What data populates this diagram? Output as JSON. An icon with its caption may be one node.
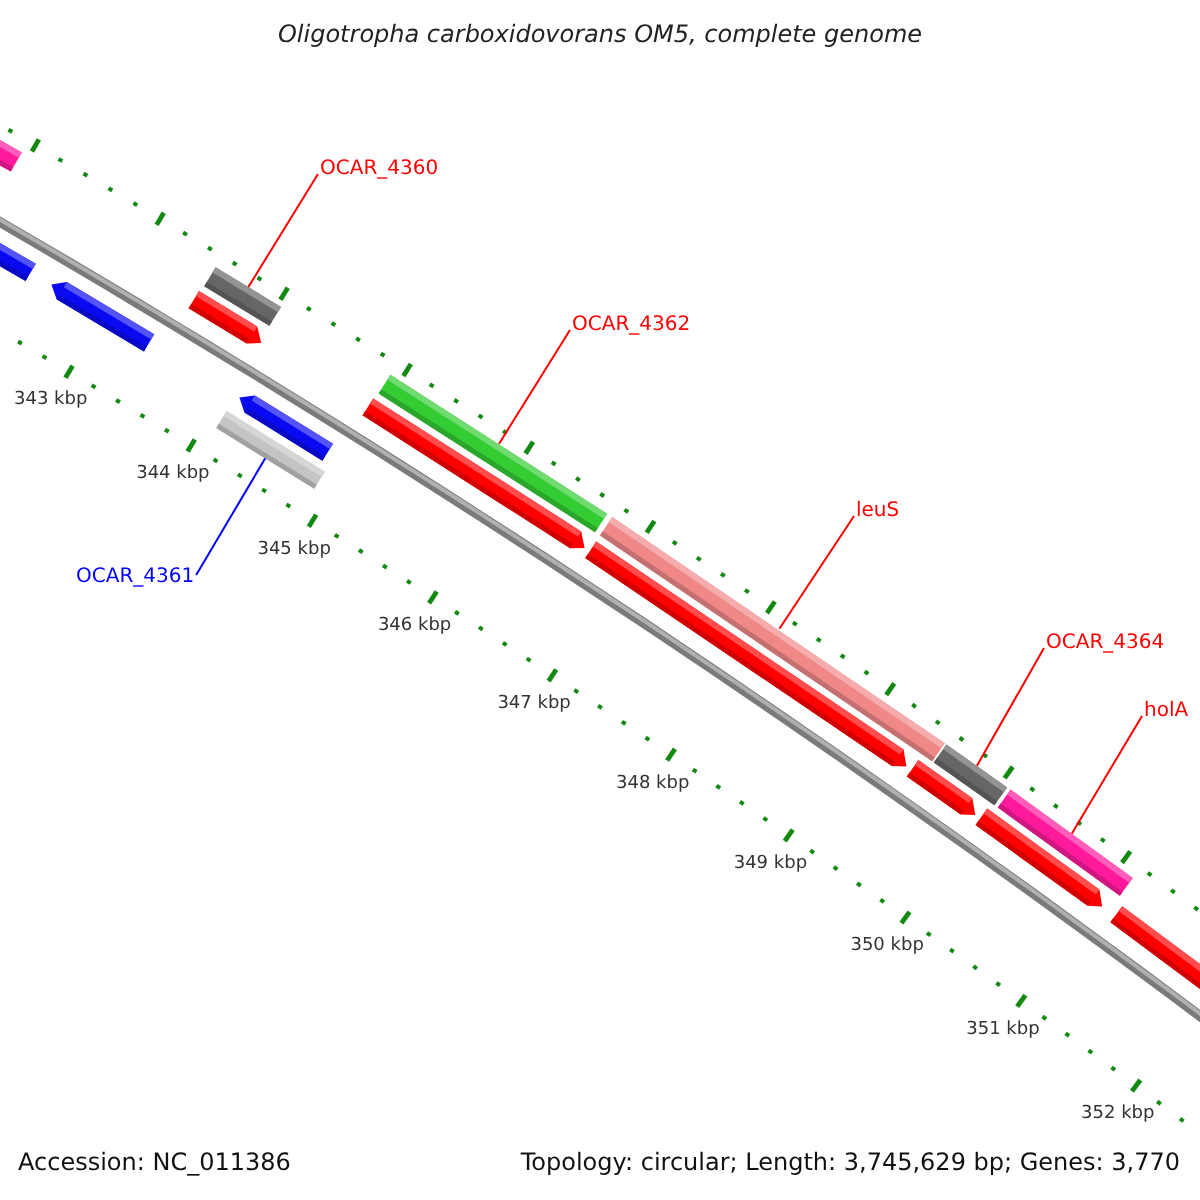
{
  "diagram": {
    "title": "Oligotropha carboxidovorans OM5, complete genome",
    "nodes": [
      {
        "text": [
          "OCAR_4360"
        ]
      },
      {
        "text": [
          "OCAR_4362"
        ]
      },
      {
        "text": [
          "leuS"
        ]
      },
      {
        "text": [
          "OCAR_4364"
        ]
      },
      {
        "text": [
          "holA"
        ]
      },
      {
        "text": [
          "OCAR_4361"
        ]
      },
      {
        "text": [],
        "shape": "bar"
      },
      {
        "text": [],
        "shape": "bar"
      },
      {
        "text": [],
        "shape": "bar"
      },
      {
        "text": [],
        "shape": "bar"
      },
      {
        "text": [],
        "shape": "bar"
      },
      {
        "text": [],
        "shape": "bar"
      },
      {
        "text": [],
        "shape": "bar"
      },
      {
        "text": [],
        "shape": "bar"
      },
      {
        "text": [],
        "shape": "bar"
      },
      {
        "text": [],
        "shape": "bar"
      },
      {
        "text": [],
        "shape": "bar"
      },
      {
        "text": [],
        "shape": "bar"
      },
      {
        "text": [],
        "shape": "bar"
      },
      {
        "text": [],
        "shape": "bar"
      },
      {
        "text": [],
        "shape": "bar"
      },
      {
        "text": [],
        "shape": "bar"
      }
    ],
    "edges": [
      {
        "from": 0,
        "to": 9,
        "arrow": "none"
      },
      {
        "from": 1,
        "to": 13,
        "arrow": "none"
      },
      {
        "from": 2,
        "to": 15,
        "arrow": "none"
      },
      {
        "from": 3,
        "to": 18,
        "arrow": "none"
      },
      {
        "from": 4,
        "to": 19,
        "arrow": "none"
      },
      {
        "from": 5,
        "to": 12,
        "arrow": "none",
        "color": "#0000ff"
      }
    ],
    "labels": [
      "343 kbp",
      "344 kbp",
      "345 kbp",
      "346 kbp",
      "347 kbp",
      "348 kbp",
      "349 kbp",
      "350 kbp",
      "351 kbp",
      "352 kbp",
      "Accession: NC_011386",
      "Topology: circular; Length: 3,745,629 bp; Genes: 3,770"
    ]
  }
}
